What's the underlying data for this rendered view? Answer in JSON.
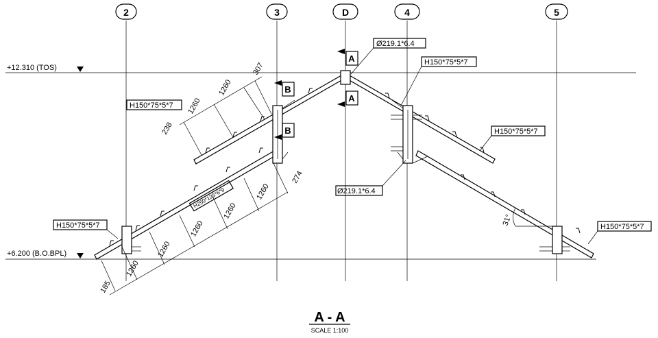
{
  "grid": {
    "labels": [
      "2",
      "3",
      "D",
      "4",
      "5"
    ]
  },
  "levels": {
    "top": "+12.310 (TOS)",
    "bottom": "+6.200 (B.O.BPL)"
  },
  "section_marks": {
    "a": "A",
    "b": "B"
  },
  "member_labels": {
    "h150_left_top": "H150*75*5*7",
    "h150_right_top": "H150*75*5*7",
    "h150_right_mid": "H150*75*5*7",
    "h150_left_bottom": "H150*75*5*7",
    "h150_right_bottom": "H150*75*5*7",
    "pipe_top": "Ø219.1*6.4",
    "pipe_mid": "Ø219.1*6.4",
    "h250": "H250*125*6*9"
  },
  "dimensions": {
    "upper": [
      "307",
      "1260",
      "1260",
      "238"
    ],
    "lower": [
      "274",
      "1260",
      "1260",
      "1260",
      "1260",
      "1260",
      "185"
    ],
    "angle": "31°"
  },
  "title": {
    "main": "A - A",
    "scale": "SCALE  1:100"
  }
}
